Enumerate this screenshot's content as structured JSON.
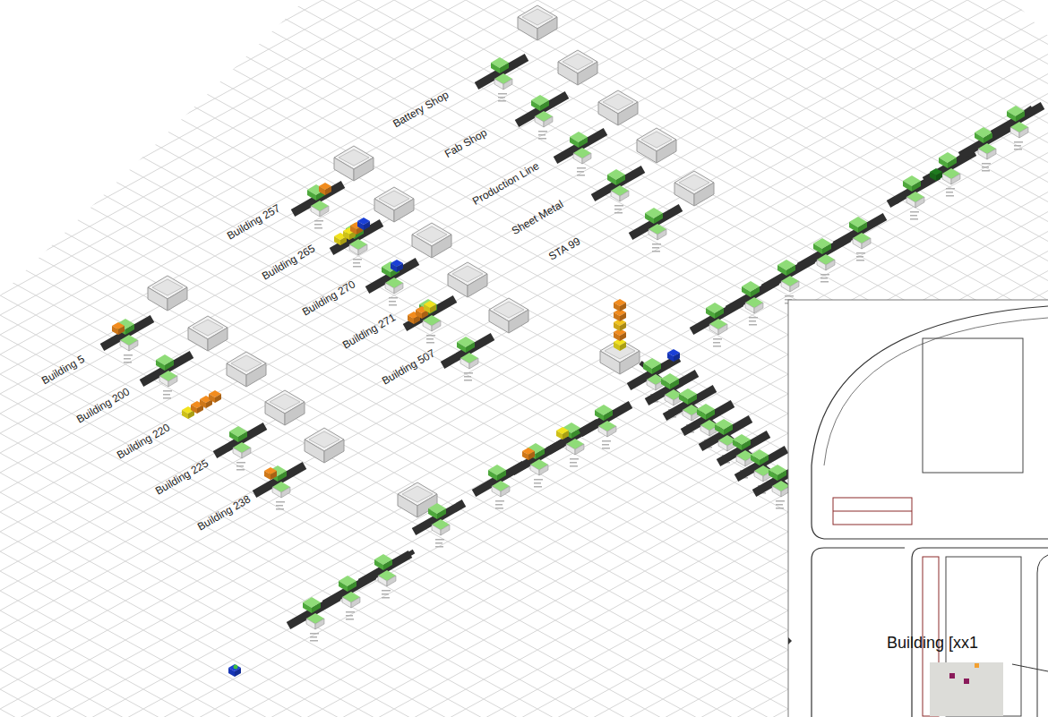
{
  "diagram": {
    "labels": [
      "Battery Shop",
      "Fab Shop",
      "Production Line",
      "Sheet Metal",
      "STA 99",
      "Building 257",
      "Building 265",
      "Building 270",
      "Building 271",
      "Building 507",
      "Building 5",
      "Building 200",
      "Building 220",
      "Building 225",
      "Building 238",
      "Building [xx1"
    ]
  }
}
